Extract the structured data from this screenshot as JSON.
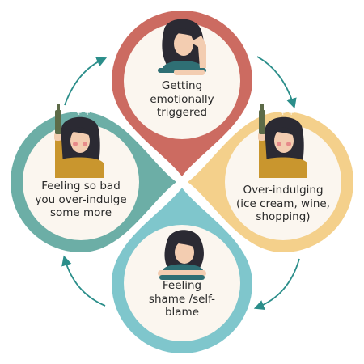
{
  "cycle": {
    "colors": {
      "top": "#cc6b61",
      "right": "#f4d08b",
      "bottom": "#7fc6cc",
      "left": "#6caea6",
      "arrow": "#2b8e8a",
      "circle_fill": "#fbf6ef",
      "hair": "#2b2a33",
      "skin": "#f3cdb1",
      "shirt_teal": "#2f6f74",
      "shirt_mustard": "#c9962e",
      "bottle": "#5d6b48",
      "text": "#2a2a2a"
    },
    "stages": [
      {
        "id": "top",
        "lines": [
          "Getting",
          "emotionally",
          "triggered"
        ],
        "illustration": "woman-head-in-hand-icon"
      },
      {
        "id": "right",
        "lines": [
          "Over-indulging",
          "(ice cream, wine,",
          "shopping)"
        ],
        "illustration": "woman-raising-wine-bottle-icon"
      },
      {
        "id": "bottom",
        "lines": [
          "Feeling",
          "shame /self-",
          "blame"
        ],
        "illustration": "woman-head-down-on-arms-icon"
      },
      {
        "id": "left",
        "lines": [
          "Feeling so bad",
          "you over-indulge",
          "some more"
        ],
        "illustration": "woman-raising-wine-bottle-icon"
      }
    ]
  }
}
